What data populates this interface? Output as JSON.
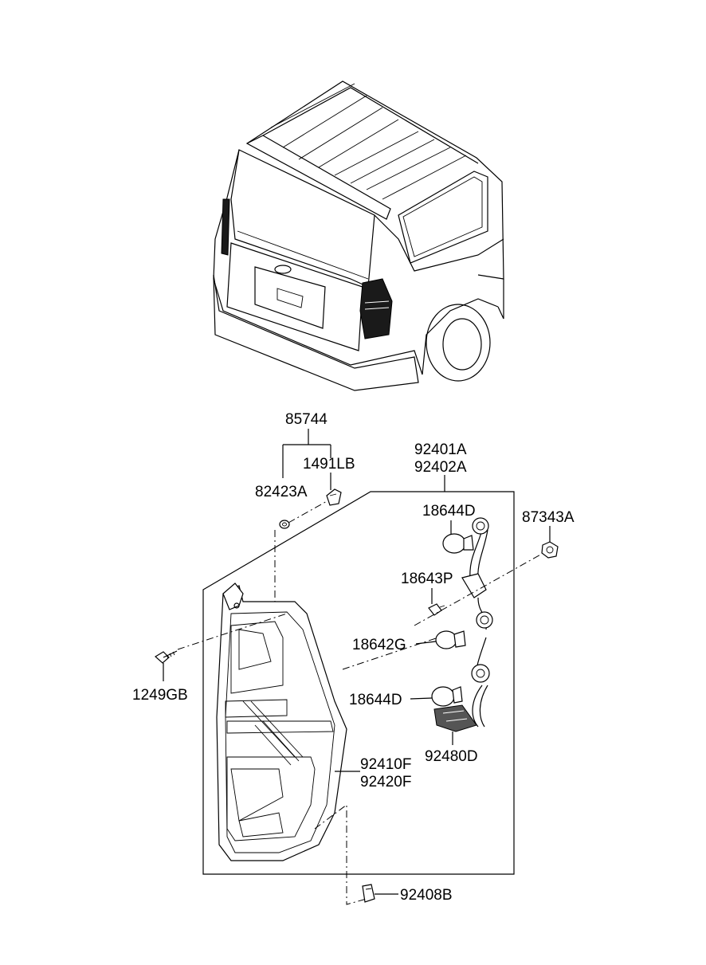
{
  "labels": {
    "p85744": "85744",
    "p1491lb": "1491LB",
    "p82423a": "82423A",
    "p92401a": "92401A",
    "p92402a": "92402A",
    "p18644d_top": "18644D",
    "p87343a": "87343A",
    "p18643p": "18643P",
    "p18642g": "18642G",
    "p1249gb": "1249GB",
    "p18644d_bottom": "18644D",
    "p92480d": "92480D",
    "p92410f": "92410F",
    "p92420f": "92420F",
    "p92408b": "92408B"
  }
}
